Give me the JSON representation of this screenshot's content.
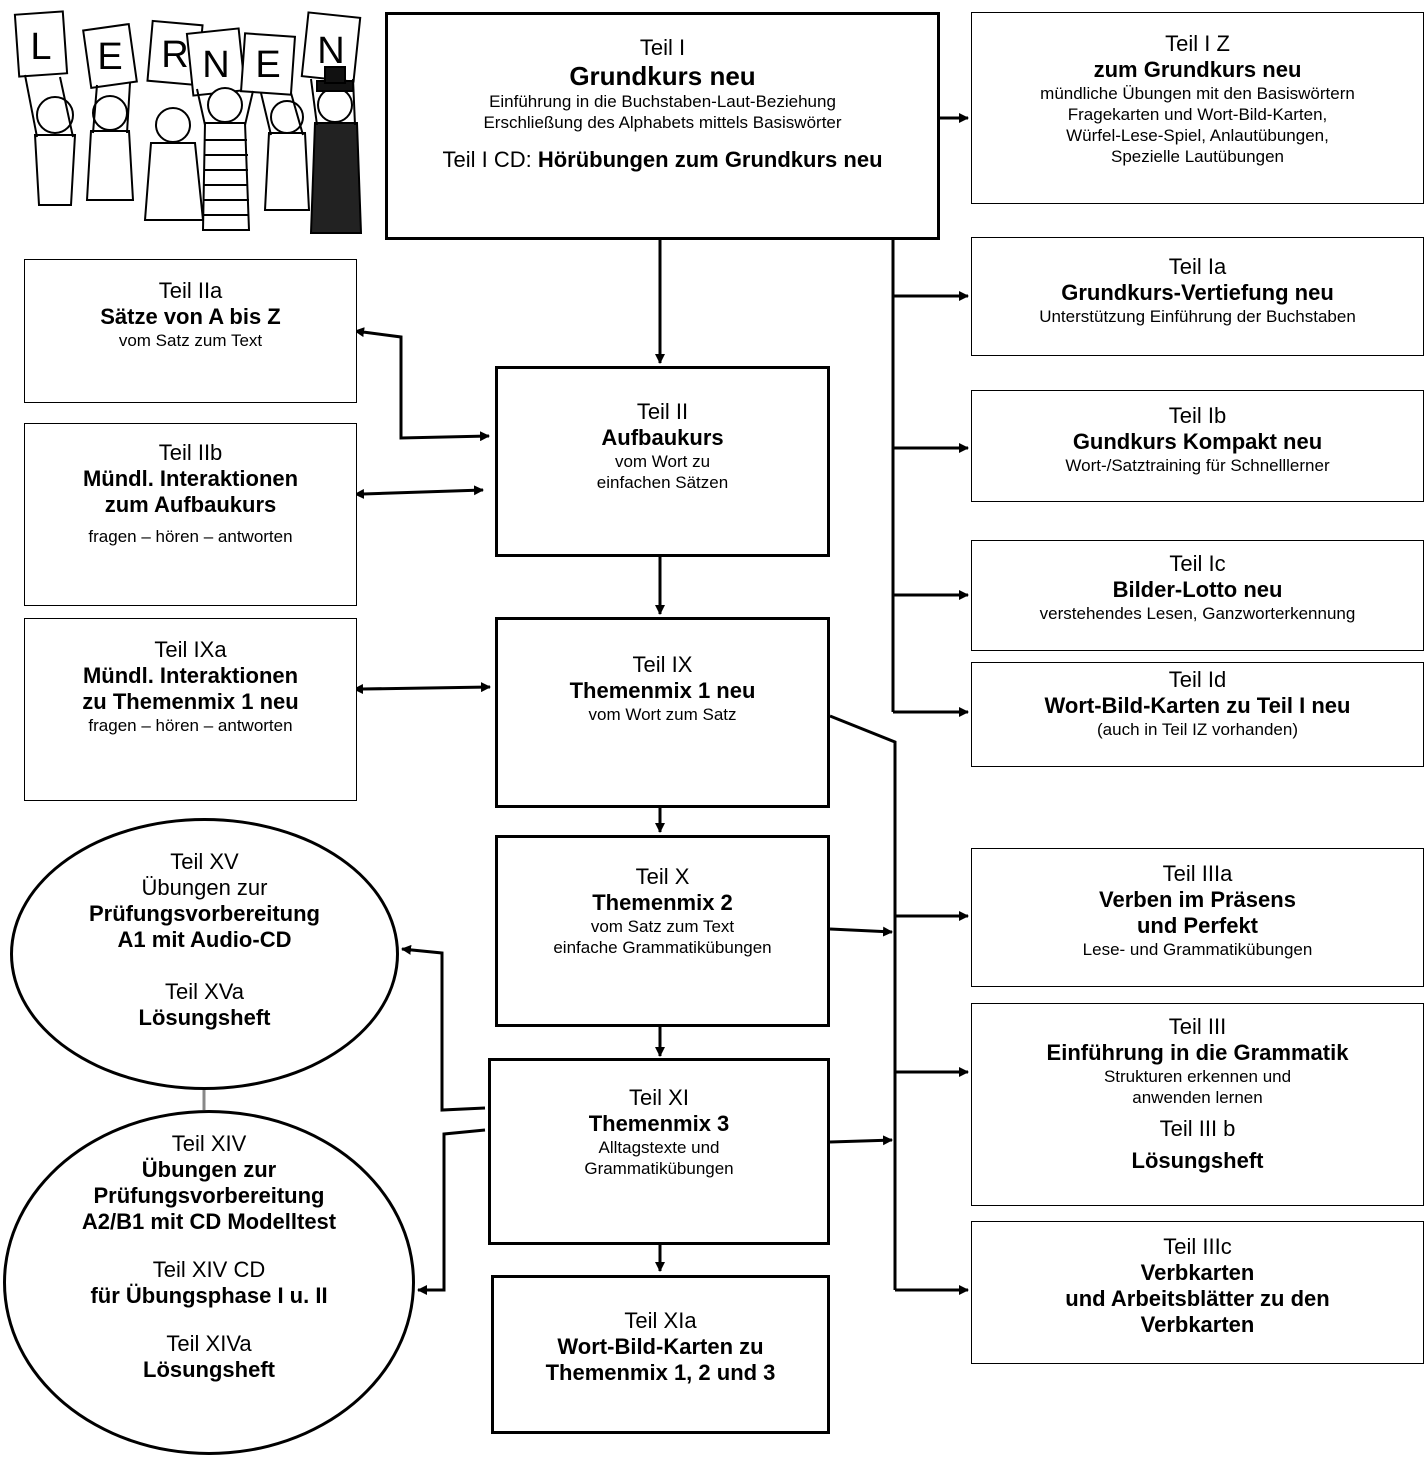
{
  "logo": {
    "letters": [
      "L",
      "E",
      "R",
      "N",
      "E",
      "N"
    ]
  },
  "nodes": {
    "teil1": {
      "label": "Teil I",
      "title": "Grundkurs neu",
      "desc1": "Einführung in die Buchstaben-Laut-Beziehung",
      "desc2": "Erschließung des Alphabets mittels Basiswörter",
      "cd_prefix": "Teil I CD: ",
      "cd_title": "Hörübungen zum Grundkurs neu"
    },
    "teil1z": {
      "label": "Teil I Z",
      "title": "zum Grundkurs neu",
      "desc1": "mündliche Übungen mit den Basiswörtern",
      "desc2": "Fragekarten und Wort-Bild-Karten,",
      "desc3": "Würfel-Lese-Spiel, Anlautübungen,",
      "desc4": "Spezielle Lautübungen"
    },
    "teil1a": {
      "label": "Teil Ia",
      "title": "Grundkurs-Vertiefung neu",
      "desc1": "Unterstützung Einführung der Buchstaben"
    },
    "teil1b": {
      "label": "Teil Ib",
      "title": "Gundkurs Kompakt neu",
      "desc1": "Wort-/Satztraining für Schnelllerner"
    },
    "teil1c": {
      "label": "Teil Ic",
      "title": "Bilder-Lotto neu",
      "desc1": "verstehendes Lesen, Ganzworterkennung"
    },
    "teil1d": {
      "label": "Teil Id",
      "title": "Wort-Bild-Karten zu Teil I neu",
      "desc1": "(auch in Teil IZ vorhanden)"
    },
    "teil2a": {
      "label": "Teil IIa",
      "title": "Sätze von A bis Z",
      "desc1": "vom Satz zum Text"
    },
    "teil2": {
      "label": "Teil II",
      "title": "Aufbaukurs",
      "desc1": "vom Wort zu",
      "desc2": "einfachen Sätzen"
    },
    "teil2b": {
      "label": "Teil IIb",
      "title1": "Mündl. Interaktionen",
      "title2": "zum Aufbaukurs",
      "desc1": "fragen – hören – antworten"
    },
    "teil9a": {
      "label": "Teil IXa",
      "title1": "Mündl. Interaktionen",
      "title2": "zu Themenmix 1 neu",
      "desc1": "fragen – hören – antworten"
    },
    "teil9": {
      "label": "Teil IX",
      "title": "Themenmix 1 neu",
      "desc1": "vom Wort zum Satz"
    },
    "teil10": {
      "label": "Teil X",
      "title": "Themenmix 2",
      "desc1": "vom Satz zum Text",
      "desc2": "einfache Grammatikübungen"
    },
    "teil11": {
      "label": "Teil XI",
      "title": "Themenmix 3",
      "desc1": "Alltagstexte und",
      "desc2": "Grammatikübungen"
    },
    "teil11a": {
      "label": "Teil XIa",
      "title1": "Wort-Bild-Karten zu",
      "title2": "Themenmix 1, 2 und 3"
    },
    "teil3a": {
      "label": "Teil IIIa",
      "title1": "Verben im Präsens",
      "title2": "und Perfekt",
      "desc1": "Lese- und Grammatikübungen"
    },
    "teil3": {
      "label": "Teil III",
      "title": "Einführung in die Grammatik",
      "desc1": "Strukturen erkennen und",
      "desc2": "anwenden lernen",
      "label2": "Teil III b",
      "title2": "Lösungsheft"
    },
    "teil3c": {
      "label": "Teil IIIc",
      "title1": "Verbkarten",
      "title2": "und Arbeitsblätter zu den",
      "title3": "Verbkarten"
    },
    "teil15": {
      "label": "Teil XV",
      "line1": "Übungen zur",
      "title1": "Prüfungsvorbereitung",
      "title2": "A1 mit Audio-CD",
      "label2": "Teil XVa",
      "title3": "Lösungsheft"
    },
    "teil14": {
      "label": "Teil XIV",
      "title1": "Übungen zur",
      "title2": "Prüfungsvorbereitung",
      "title3": "A2/B1 mit CD Modelltest",
      "label2": "Teil XIV CD",
      "title4": "für Übungsphase I u. II",
      "label3": "Teil XIVa",
      "title5": "Lösungsheft"
    }
  }
}
